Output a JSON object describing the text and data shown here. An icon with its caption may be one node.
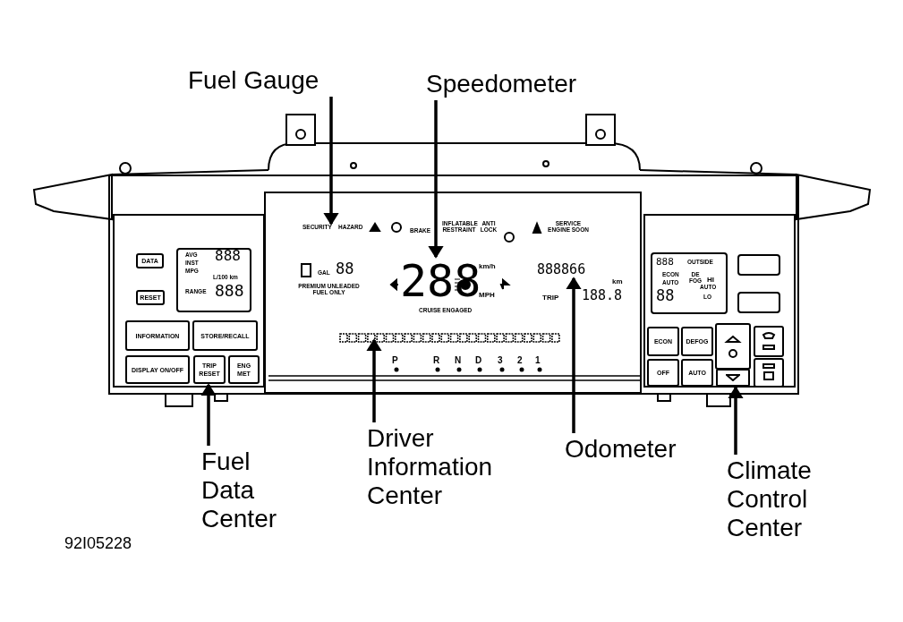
{
  "diagram": {
    "nodes": [
      {
        "text": [
          "Fuel Gauge"
        ]
      },
      {
        "text": [
          "Speedometer"
        ]
      },
      {
        "text": [
          "Driver Information Center"
        ]
      },
      {
        "text": [
          "Fuel Data Center"
        ]
      },
      {
        "text": [
          "Odometer"
        ]
      },
      {
        "text": [
          "Climate Control Center"
        ]
      },
      {
        "text": [
          "DATA"
        ]
      },
      {
        "text": [
          "RESET"
        ]
      },
      {
        "text": [
          "INFORMATION"
        ]
      },
      {
        "text": [
          "STORE/RECALL"
        ]
      },
      {
        "text": [
          "DISPLAY ON/OFF"
        ]
      },
      {
        "text": [
          "TRIP RESET"
        ]
      },
      {
        "text": [
          "ENG MET"
        ]
      },
      {
        "text": [
          "ECON"
        ]
      },
      {
        "text": [
          "DEFOG"
        ]
      },
      {
        "text": [
          "OFF"
        ]
      },
      {
        "text": [
          "AUTO"
        ]
      },
      {
        "text": [
          "SECURITY"
        ]
      },
      {
        "text": [
          "288"
        ]
      },
      {
        "text": [
          "888866"
        ]
      },
      {
        "text": [],
        "shape": "box"
      }
    ],
    "edges": [
      {
        "from": 0,
        "to": 17,
        "arrow": "to"
      },
      {
        "from": 1,
        "to": 18,
        "arrow": "to"
      },
      {
        "from": 2,
        "to": null,
        "arrow": "to"
      },
      {
        "from": 3,
        "to": 11,
        "arrow": "to"
      },
      {
        "from": 4,
        "to": 19,
        "arrow": "to"
      },
      {
        "from": 5,
        "to": 20,
        "arrow": "to"
      }
    ],
    "labels": [
      "HAZARD",
      "BRAKE",
      "INFLATABLE RESTRAINT",
      "ANTI LOCK",
      "SERVICE ENGINE SOON",
      "GAL",
      "88",
      "PREMIUM UNLEADED FUEL ONLY",
      "km/h",
      "MPH",
      "CRUISE ENGAGED",
      "km",
      "TRIP",
      "188.8",
      "AVG",
      "INST",
      "MPG",
      "888",
      "L/100 km",
      "RANGE",
      "888",
      "P",
      "R",
      "N",
      "D",
      "3",
      "2",
      "1",
      "888",
      "OUTSIDE",
      "ECON",
      "DE FOG",
      "AUTO",
      "HI",
      "88",
      "AUTO",
      "LO",
      "92I05228"
    ]
  }
}
